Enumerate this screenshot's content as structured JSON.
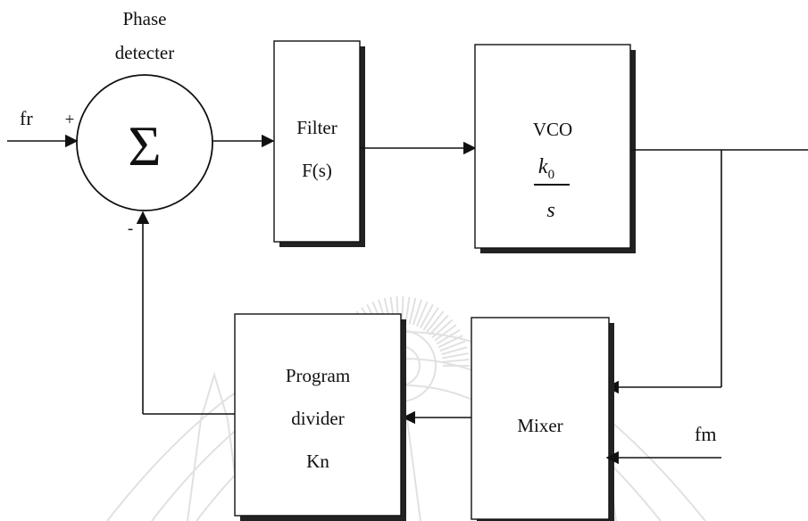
{
  "phase_detector": {
    "label_line1": "Phase",
    "label_line2": "detecter",
    "symbol": "Σ",
    "plus_sign": "+",
    "minus_sign": "-"
  },
  "inputs": {
    "reference": "fr",
    "mixer_input": "fm"
  },
  "filter": {
    "title": "Filter",
    "transfer": "F(s)"
  },
  "vco": {
    "title": "VCO",
    "numerator": "k",
    "numerator_subscript": "0",
    "denominator": "s"
  },
  "mixer": {
    "title": "Mixer"
  },
  "divider": {
    "line1": "Program",
    "line2": "divider",
    "line3": "Kn"
  }
}
